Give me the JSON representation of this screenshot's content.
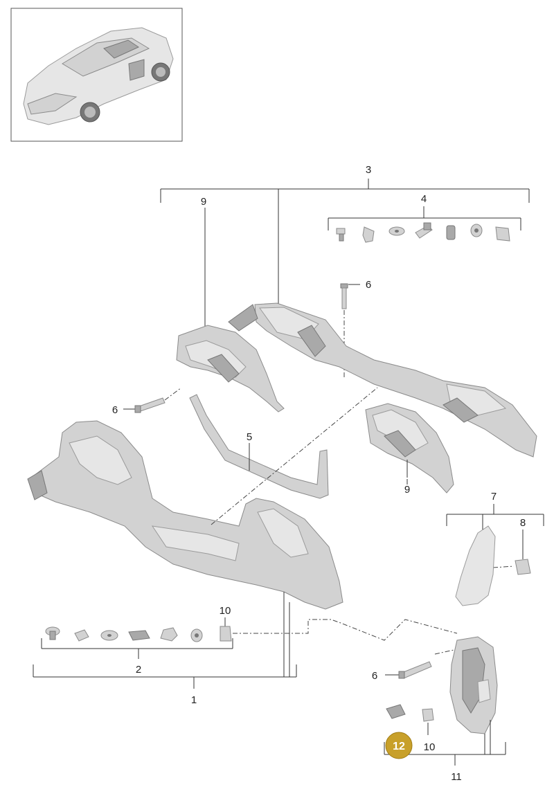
{
  "diagram": {
    "labels": {
      "l1": "1",
      "l2": "2",
      "l3": "3",
      "l4": "4",
      "l5": "5",
      "l6a": "6",
      "l6b": "6",
      "l6c": "6",
      "l7": "7",
      "l8": "8",
      "l9a": "9",
      "l9b": "9",
      "l10a": "10",
      "l10b": "10",
      "l11": "11",
      "l12": "12"
    },
    "highlight_color": "#c8a02a"
  }
}
